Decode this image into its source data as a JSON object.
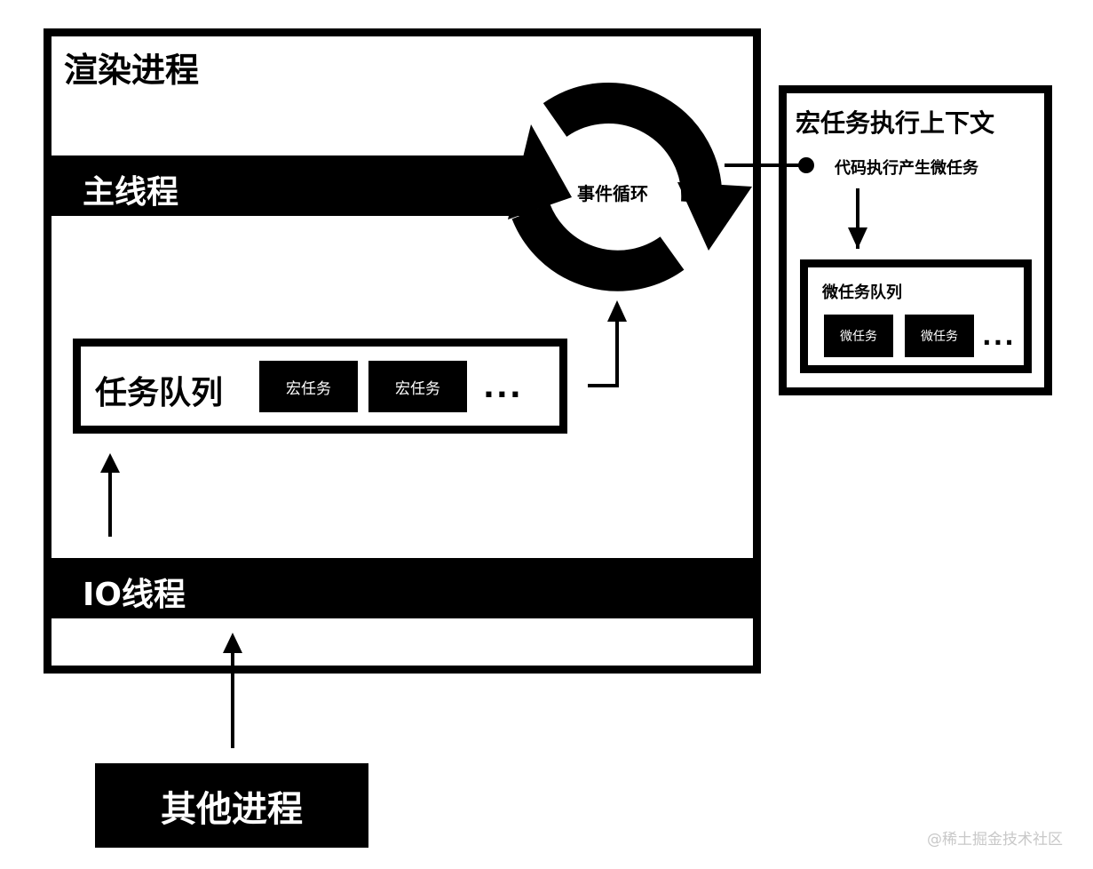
{
  "render_process": {
    "title": "渲染进程"
  },
  "main_thread": {
    "label": "主线程"
  },
  "io_thread": {
    "label": "IO线程"
  },
  "event_loop": {
    "label": "事件循环"
  },
  "task_queue": {
    "label": "任务队列",
    "items": [
      "宏任务",
      "宏任务"
    ],
    "ellipsis": "..."
  },
  "other_process": {
    "label": "其他进程"
  },
  "macro_context": {
    "title": "宏任务执行上下文",
    "produce_text": "代码执行产生微任务",
    "micro_queue": {
      "label": "微任务队列",
      "items": [
        "微任务",
        "微任务"
      ],
      "ellipsis": "..."
    }
  },
  "watermark": "@稀土掘金技术社区"
}
